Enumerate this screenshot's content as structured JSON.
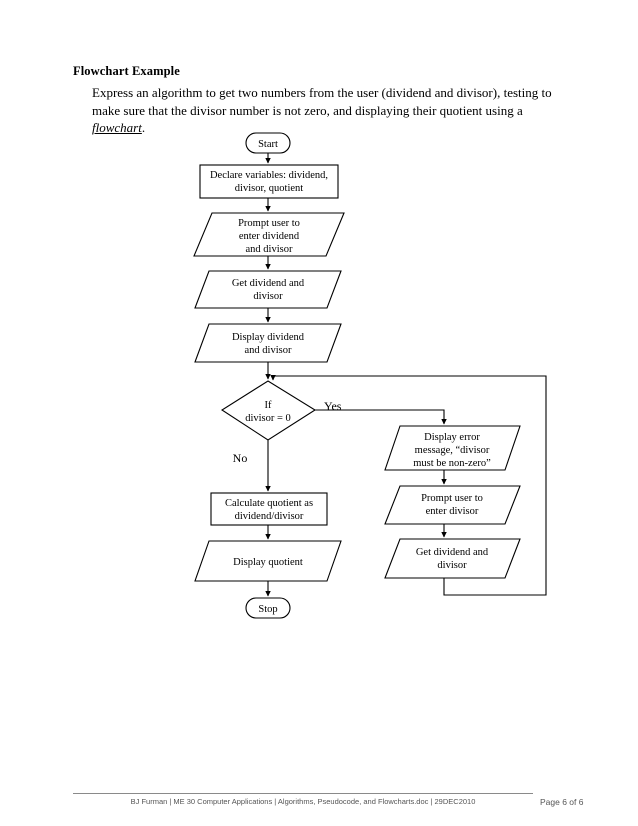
{
  "document": {
    "title": "Flowchart Example",
    "intro_lines": [
      "Express an algorithm to get two numbers from the user (dividend and divisor), testing to",
      "make sure that the divisor number is not zero, and displaying their quotient using a "
    ],
    "intro_link_word": "flowchart",
    "intro_tail": "."
  },
  "footer": {
    "center": "BJ Furman | ME 30 Computer Applications | Algorithms, Pseudocode, and Flowcharts.doc | 29DEC2010",
    "page": "Page 6 of 6"
  },
  "chart_data": {
    "type": "diagram",
    "diagram_kind": "flowchart",
    "title": "Flowchart Example",
    "nodes": [
      {
        "id": "start",
        "shape": "terminator",
        "lines": [
          "Start"
        ]
      },
      {
        "id": "declare",
        "shape": "process",
        "lines": [
          "Declare variables: dividend,",
          "divisor, quotient"
        ]
      },
      {
        "id": "prompt1",
        "shape": "input-output",
        "lines": [
          "Prompt user to",
          "enter dividend",
          "and divisor"
        ]
      },
      {
        "id": "get1",
        "shape": "input-output",
        "lines": [
          "Get dividend and",
          "divisor"
        ]
      },
      {
        "id": "display1",
        "shape": "input-output",
        "lines": [
          "Display dividend",
          "and divisor"
        ]
      },
      {
        "id": "decision",
        "shape": "decision",
        "lines": [
          "If",
          "divisor = 0"
        ]
      },
      {
        "id": "error",
        "shape": "input-output",
        "lines": [
          "Display error",
          "message, “divisor",
          "must be non-zero”"
        ]
      },
      {
        "id": "prompt2",
        "shape": "input-output",
        "lines": [
          "Prompt user to",
          "enter divisor"
        ]
      },
      {
        "id": "get2",
        "shape": "input-output",
        "lines": [
          "Get dividend and",
          "divisor"
        ]
      },
      {
        "id": "calculate",
        "shape": "process",
        "lines": [
          "Calculate quotient as",
          "dividend/divisor"
        ]
      },
      {
        "id": "displayq",
        "shape": "input-output",
        "lines": [
          "Display quotient"
        ]
      },
      {
        "id": "stop",
        "shape": "terminator",
        "lines": [
          "Stop"
        ]
      }
    ],
    "edges": [
      {
        "from": "start",
        "to": "declare",
        "label": ""
      },
      {
        "from": "declare",
        "to": "prompt1",
        "label": ""
      },
      {
        "from": "prompt1",
        "to": "get1",
        "label": ""
      },
      {
        "from": "get1",
        "to": "display1",
        "label": ""
      },
      {
        "from": "display1",
        "to": "decision",
        "label": ""
      },
      {
        "from": "decision",
        "to": "error",
        "label": "Yes"
      },
      {
        "from": "decision",
        "to": "calculate",
        "label": "No"
      },
      {
        "from": "error",
        "to": "prompt2",
        "label": ""
      },
      {
        "from": "prompt2",
        "to": "get2",
        "label": ""
      },
      {
        "from": "get2",
        "to": "decision",
        "label": ""
      },
      {
        "from": "calculate",
        "to": "displayq",
        "label": ""
      },
      {
        "from": "displayq",
        "to": "stop",
        "label": ""
      }
    ],
    "branch_labels": {
      "yes": "Yes",
      "no": "No"
    }
  }
}
